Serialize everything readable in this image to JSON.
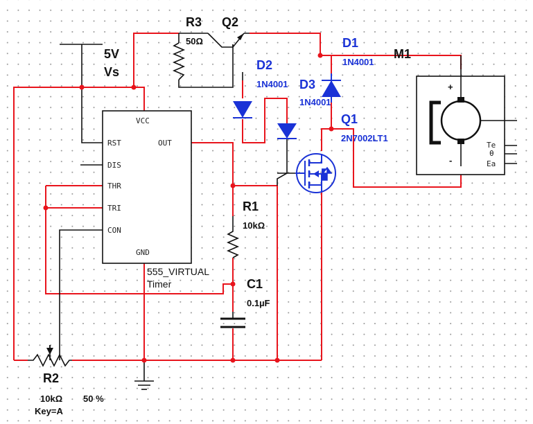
{
  "components": {
    "supply": {
      "value": "5V",
      "name": "Vs"
    },
    "r3": {
      "ref": "R3",
      "value": "50Ω"
    },
    "q2": {
      "ref": "Q2"
    },
    "d1": {
      "ref": "D1",
      "part": "1N4001"
    },
    "d2": {
      "ref": "D2",
      "part": "1N4001"
    },
    "d3": {
      "ref": "D3",
      "part": "1N4001"
    },
    "q1": {
      "ref": "Q1",
      "part": "2N7002LT1"
    },
    "m1": {
      "ref": "M1",
      "plus": "+",
      "minus": "-",
      "out_te": "Te",
      "out_theta": "θ",
      "out_ea": "Ea"
    },
    "r1": {
      "ref": "R1",
      "value": "10kΩ"
    },
    "c1": {
      "ref": "C1",
      "value": "0.1µF"
    },
    "r2": {
      "ref": "R2",
      "value": "10kΩ",
      "percent": "50 %",
      "key": "Key=A"
    },
    "timer": {
      "line1": "555_VIRTUAL",
      "line2": "Timer",
      "pins": {
        "vcc": "VCC",
        "rst": "RST",
        "out": "OUT",
        "dis": "DIS",
        "thr": "THR",
        "tri": "TRI",
        "con": "CON",
        "gnd": "GND"
      }
    }
  },
  "colors": {
    "wire": "#e8141c",
    "semiconductor": "#1a32d6",
    "component": "#111111"
  }
}
